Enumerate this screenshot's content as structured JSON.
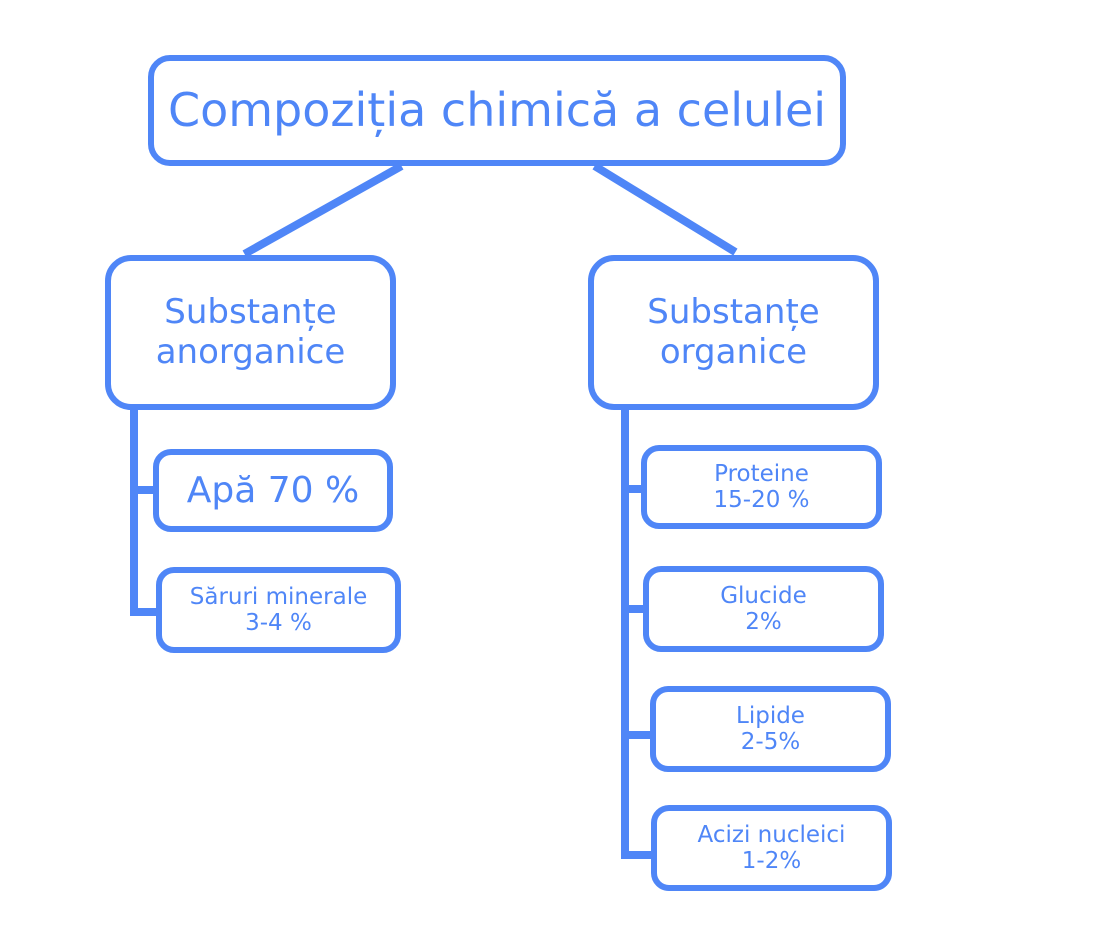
{
  "root": {
    "label": "Compoziția chimică a celulei"
  },
  "categories": [
    {
      "label": "Substanțe\nanorganice",
      "items": [
        {
          "label": "Apă 70 %"
        },
        {
          "label": "Săruri minerale\n3-4 %"
        }
      ]
    },
    {
      "label": "Substanțe\norganice",
      "items": [
        {
          "label": "Proteine\n15-20 %"
        },
        {
          "label": "Glucide\n2%"
        },
        {
          "label": "Lipide\n2-5%"
        },
        {
          "label": "Acizi nucleici\n1-2%"
        }
      ]
    }
  ],
  "colors": {
    "accent": "#4f86f7",
    "background": "#ffffff"
  }
}
